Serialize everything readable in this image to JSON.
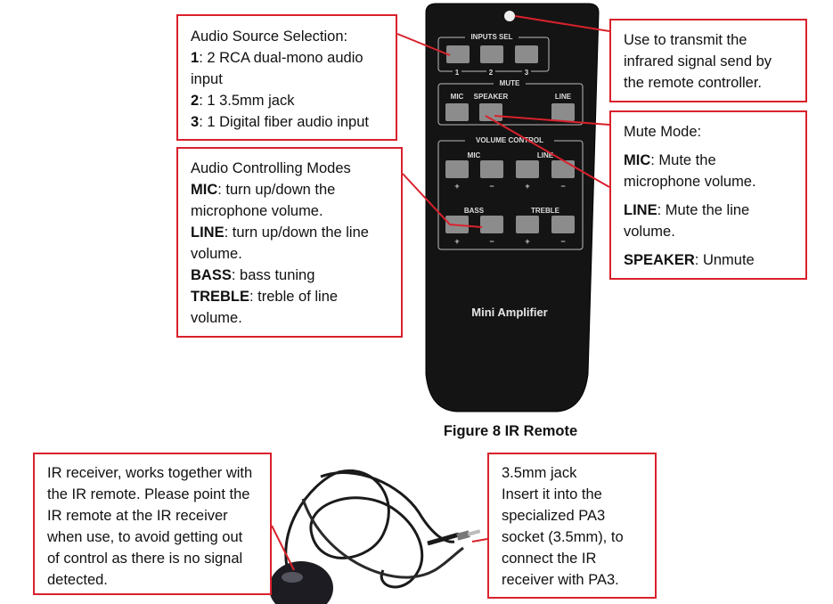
{
  "callouts": {
    "source": {
      "title": "Audio Source Selection:",
      "items": [
        {
          "key": "1",
          "text": ": 2 RCA dual-mono audio input"
        },
        {
          "key": "2",
          "text": ": 1 3.5mm jack"
        },
        {
          "key": "3",
          "text": ": 1 Digital fiber audio input"
        }
      ]
    },
    "modes": {
      "title": "Audio Controlling Modes",
      "items": [
        {
          "key": "MIC",
          "text": ": turn up/down the microphone volume."
        },
        {
          "key": "LINE",
          "text": ": turn up/down the line volume."
        },
        {
          "key": "BASS",
          "text": ": bass tuning"
        },
        {
          "key": "TREBLE",
          "text": ": treble of line volume."
        }
      ]
    },
    "ir": {
      "text": "Use to transmit the infrared signal send by the remote controller."
    },
    "mute": {
      "title": "Mute Mode:",
      "items": [
        {
          "key": "MIC",
          "text": ": Mute the microphone volume."
        },
        {
          "key": "LINE",
          "text": ": Mute the line volume."
        },
        {
          "key": "SPEAKER",
          "text": ": Unmute"
        }
      ]
    },
    "receiver": {
      "text": "IR receiver, works together with the IR remote. Please point the IR remote at the IR receiver when use, to avoid getting out of control as there is no signal detected."
    },
    "jack": {
      "title": "3.5mm jack",
      "text": "Insert it into the specialized PA3 socket (3.5mm), to connect the IR receiver with PA3."
    }
  },
  "caption": "Figure 8 IR Remote",
  "remote": {
    "inputs_label": "INPUTS SEL",
    "inputs_numbers": [
      "1",
      "2",
      "3"
    ],
    "mute_label": "MUTE",
    "mute_buttons": [
      "MIC",
      "SPEAKER",
      "LINE"
    ],
    "volume_label": "VOLUME CONTROL",
    "mic_label": "MIC",
    "line_label": "LINE",
    "bass_label": "BASS",
    "treble_label": "TREBLE",
    "plus": "+",
    "minus": "−",
    "brand": "Mini Amplifier"
  },
  "colors": {
    "callout_border": "#d9212c",
    "remote_body": "#141414",
    "button": "#8c8c8c"
  }
}
